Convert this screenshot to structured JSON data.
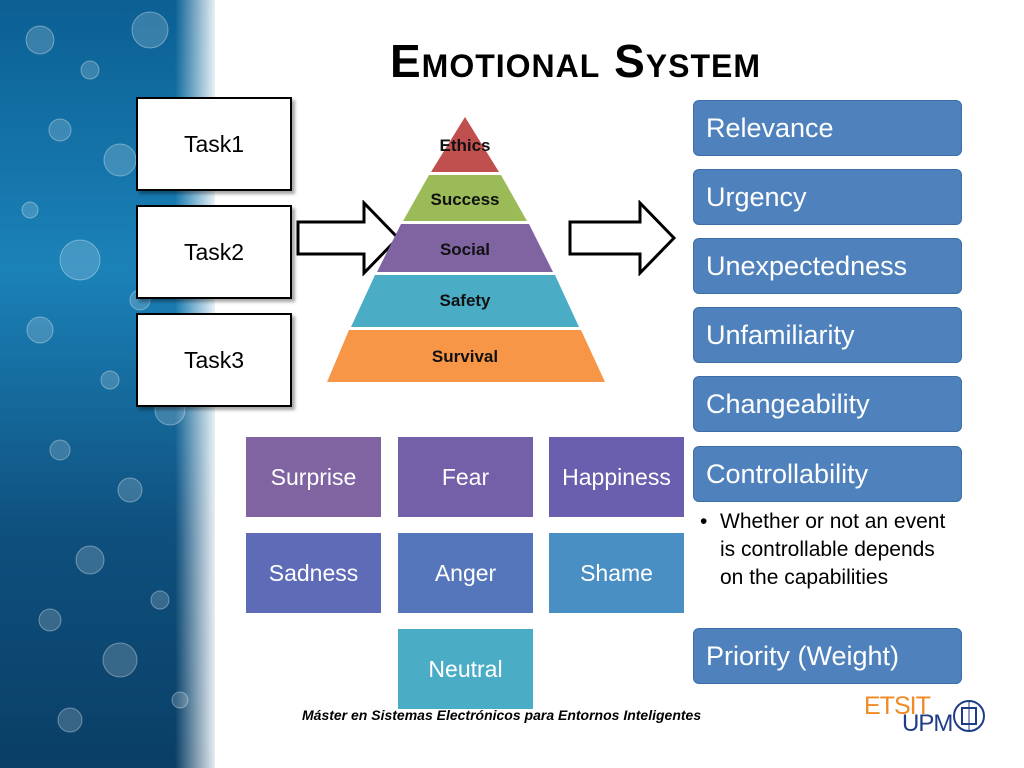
{
  "title": "Emotional System",
  "tasks": [
    "Task1",
    "Task2",
    "Task3"
  ],
  "pyramid": [
    {
      "label": "Ethics",
      "color": "#c0504d"
    },
    {
      "label": "Success",
      "color": "#9bbb59"
    },
    {
      "label": "Social",
      "color": "#8064a2"
    },
    {
      "label": "Safety",
      "color": "#4bacc6"
    },
    {
      "label": "Survival",
      "color": "#f79646"
    }
  ],
  "appraisals": [
    "Relevance",
    "Urgency",
    "Unexpectedness",
    "Unfamiliarity",
    "Changeability",
    "Controllability",
    "Priority (Weight)"
  ],
  "controllability_bullet": "Whether or not an event is controllable depends on the capabilities",
  "emotions": [
    {
      "label": "Surprise",
      "color": "#8064a2"
    },
    {
      "label": "Fear",
      "color": "#7460a8"
    },
    {
      "label": "Happiness",
      "color": "#6a5fae"
    },
    {
      "label": "Sadness",
      "color": "#5e6cb8"
    },
    {
      "label": "Anger",
      "color": "#5576bb"
    },
    {
      "label": "Shame",
      "color": "#4a8fc3"
    },
    {
      "label": "Neutral",
      "color": "#4bacc6"
    }
  ],
  "footer": "Máster en Sistemas Electrónicos para Entornos Inteligentes",
  "logo": {
    "text1": "ETSIT",
    "text2": "UPM"
  }
}
